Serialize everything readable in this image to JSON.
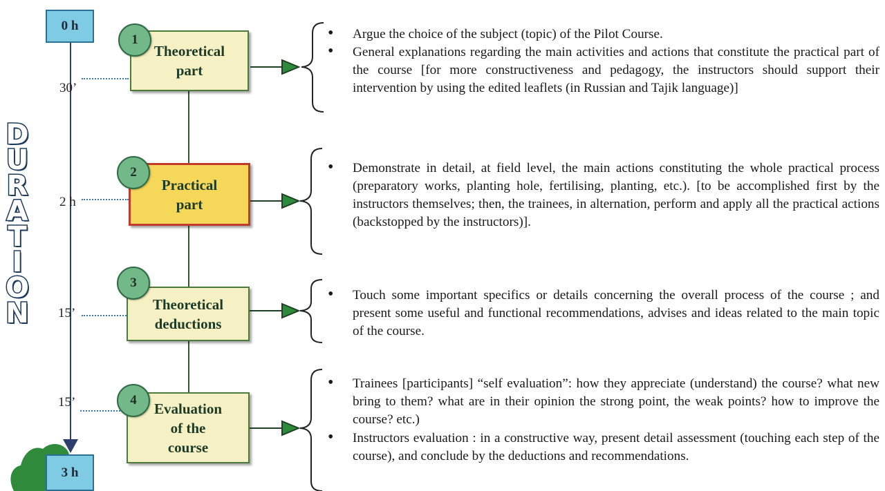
{
  "timeline": {
    "start_label": "0 h",
    "end_label": "3 h",
    "marks": [
      "30’",
      "2 h",
      "15’",
      "15’"
    ],
    "title_letters": [
      "D",
      "U",
      "R",
      "A",
      "T",
      "I",
      "O",
      "N"
    ]
  },
  "steps": [
    {
      "number": "1",
      "label": "Theoretical\npart"
    },
    {
      "number": "2",
      "label": "Practical\npart"
    },
    {
      "number": "3",
      "label": "Theoretical\ndeductions"
    },
    {
      "number": "4",
      "label": "Evaluation\nof the\ncourse"
    }
  ],
  "details": [
    [
      "Argue the choice of the subject (topic) of the Pilot Course.",
      "General explanations regarding the main activities and actions that constitute the practical part of the course [for more constructiveness and pedagogy, the instructors should support their intervention by using the edited leaflets (in Russian and Tajik language)]"
    ],
    [
      "Demonstrate in detail, at field level, the main actions constituting the whole practical process (preparatory works, planting hole, fertilising, planting, etc.). [to be accomplished first by the instructors themselves; then, the trainees, in alternation, perform and apply all the practical actions (backstopped by the instructors)]."
    ],
    [
      "Touch some important specifics or details concerning the overall process of the course ; and present some useful and functional recommendations, advises and ideas related to the main topic of the course."
    ],
    [
      "Trainees [participants] “self evaluation”: how they appreciate (understand) the course? what new bring to them? what are in their opinion the strong point, the weak points? how to improve the course? etc.)",
      "Instructors evaluation : in a constructive way, present detail assessment (touching each step of the course), and conclude by the deductions and recommendations."
    ]
  ],
  "colors": {
    "step_fill": "#f6f1c4",
    "highlight_fill": "#f5d75a",
    "highlight_border": "#c33a2a",
    "badge": "#73b888",
    "time_box": "#7fcbe4"
  }
}
